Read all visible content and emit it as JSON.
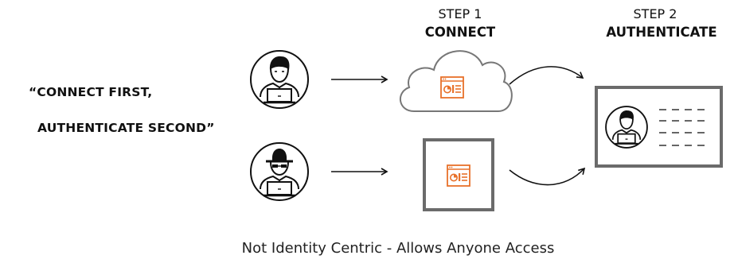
{
  "quote": {
    "line1": "“CONNECT FIRST,",
    "line2": "AUTHENTICATE SECOND”"
  },
  "steps": [
    {
      "number": "STEP 1",
      "title": "CONNECT"
    },
    {
      "number": "STEP 2",
      "title": "AUTHENTICATE"
    }
  ],
  "caption": "Not Identity Centric - Allows Anyone Access",
  "colors": {
    "accent": "#e8712a",
    "frame": "#6b6b6b",
    "text": "#111111"
  },
  "icons": [
    "user-icon",
    "hacker-icon",
    "cloud-icon",
    "app-window-icon",
    "arrow-icon",
    "auth-panel-icon"
  ]
}
